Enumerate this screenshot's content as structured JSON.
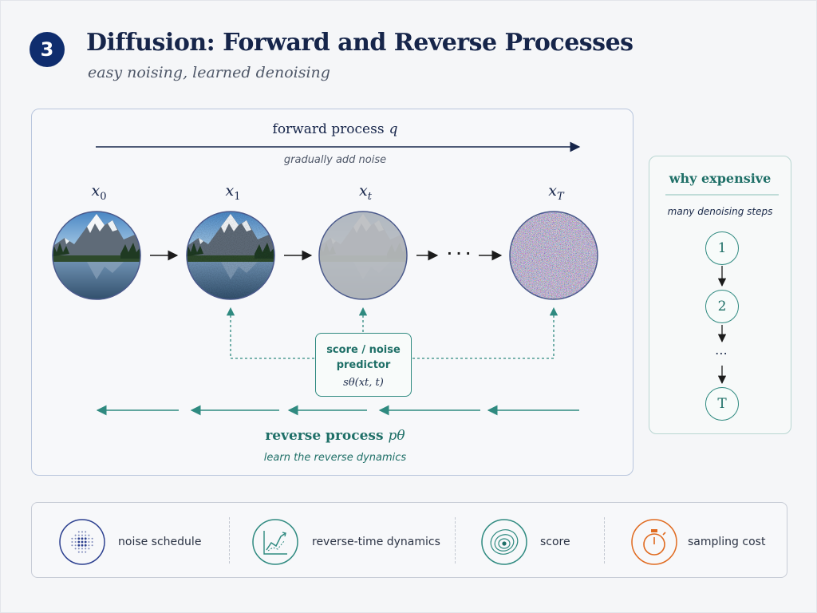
{
  "header": {
    "badge": "3",
    "title": "Diffusion: Forward and Reverse Processes",
    "subtitle": "easy noising, learned denoising"
  },
  "forward": {
    "label": "forward process",
    "symbol": "q",
    "caption": "gradually add noise"
  },
  "states": [
    {
      "base": "x",
      "sub": "0"
    },
    {
      "base": "x",
      "sub": "1"
    },
    {
      "base": "x",
      "sub": "t"
    },
    {
      "base": "x",
      "sub": "T"
    }
  ],
  "ellipsis": "· · ·",
  "predictor": {
    "line1": "score / noise",
    "line2": "predictor",
    "formula": "sθ(xt, t)"
  },
  "reverse": {
    "label": "reverse process",
    "symbol": "pθ",
    "caption": "learn the reverse dynamics"
  },
  "side": {
    "title": "why expensive",
    "caption": "many denoising steps",
    "steps": [
      "1",
      "2",
      "T"
    ],
    "dots": "⋯"
  },
  "legend": [
    {
      "icon": "noise-schedule-icon",
      "label": "noise schedule",
      "color": "#2b3f8f"
    },
    {
      "icon": "reverse-dynamics-icon",
      "label": "reverse-time dynamics",
      "color": "#2f8a80"
    },
    {
      "icon": "score-icon",
      "label": "score",
      "color": "#2f8a80"
    },
    {
      "icon": "stopwatch-icon",
      "label": "sampling cost",
      "color": "#e06a1f"
    }
  ],
  "colors": {
    "navy": "#16254a",
    "teal": "#2f8a80",
    "orange": "#e06a1f"
  }
}
